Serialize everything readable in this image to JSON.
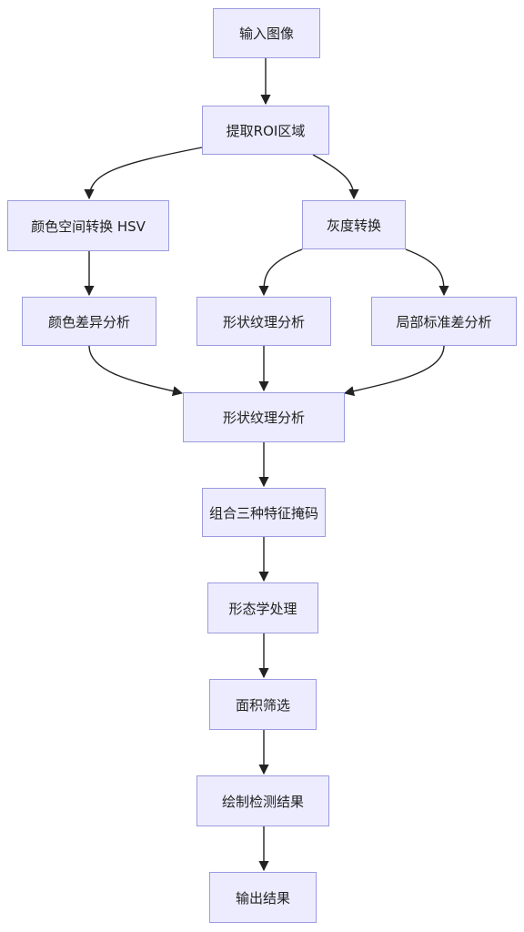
{
  "diagram": {
    "nodes": {
      "input_image": "输入图像",
      "extract_roi": "提取ROI区域",
      "hsv_convert": "颜色空间转换 HSV",
      "gray_convert": "灰度转换",
      "color_diff": "颜色差异分析",
      "shape_texture_a": "形状纹理分析",
      "local_std": "局部标准差分析",
      "shape_texture_b": "形状纹理分析",
      "combine_masks": "组合三种特征掩码",
      "morphology": "形态学处理",
      "area_filter": "面积筛选",
      "draw_results": "绘制检测结果",
      "output_results": "输出结果"
    },
    "edge_color": "#222222",
    "node_fill": "#ececfe",
    "node_border": "#9b9be0"
  }
}
